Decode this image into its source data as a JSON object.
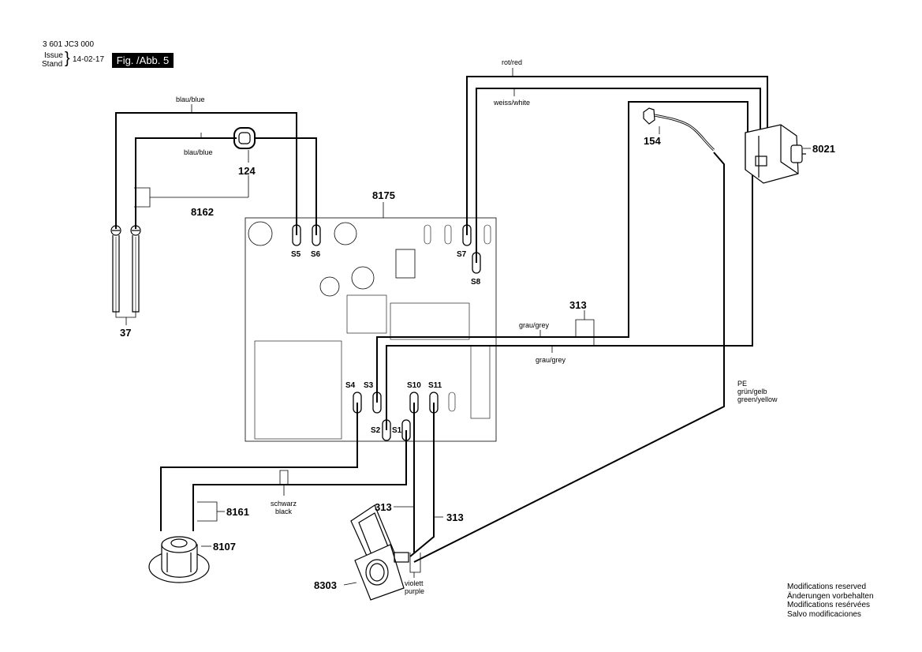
{
  "header": {
    "doc_number": "3 601 JC3 000",
    "issue_label": "Issue",
    "stand_label": "Stand",
    "date": "14-02-17",
    "figure": "Fig. /Abb. 5"
  },
  "part_numbers": {
    "p8175": "8175",
    "p124": "124",
    "p8162": "8162",
    "p37": "37",
    "p154": "154",
    "p8021": "8021",
    "p313_top": "313",
    "p313_left": "313",
    "p313_right": "313",
    "p8161": "8161",
    "p8107": "8107",
    "p8303": "8303"
  },
  "terminals": {
    "s5": "S5",
    "s6": "S6",
    "s7": "S7",
    "s8": "S8",
    "s4": "S4",
    "s3": "S3",
    "s10": "S10",
    "s11": "S11",
    "s2": "S2",
    "s1": "S1"
  },
  "wire_colors": {
    "blau_top": "blau/blue",
    "blau_inner": "blau/blue",
    "rot": "rot/red",
    "weiss": "weiss/white",
    "grau_top": "grau/grey",
    "grau_bottom": "grau/grey",
    "pe": "PE",
    "gruen_gelb": "grün/gelb",
    "green_yellow": "green/yellow",
    "schwarz": "schwarz",
    "black": "black",
    "violett": "violett",
    "purple": "purple"
  },
  "modifications": [
    "Modifications reserved",
    "Änderungen vorbehalten",
    "Modifications resérvées",
    "Salvo modificaciones"
  ]
}
